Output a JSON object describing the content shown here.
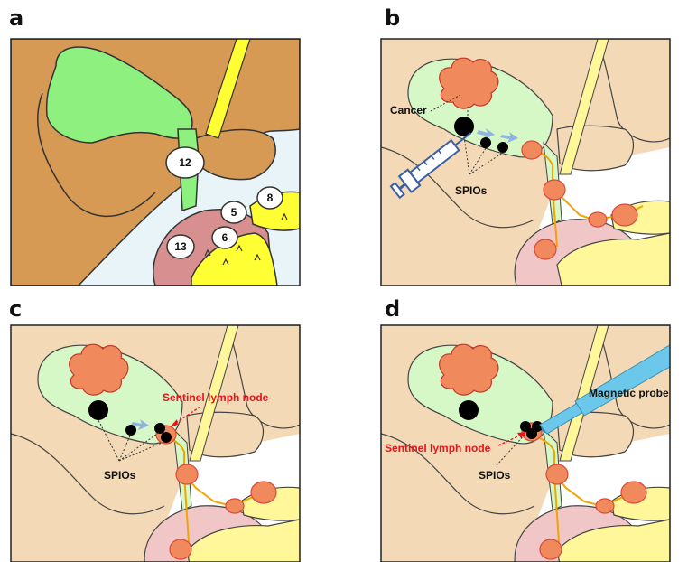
{
  "panels": {
    "a": {
      "letter": "a",
      "stations": [
        "12",
        "5",
        "8",
        "13",
        "6"
      ]
    },
    "b": {
      "letter": "b",
      "cancer_label": "Cancer",
      "spio_label": "SPIOs"
    },
    "c": {
      "letter": "c",
      "sentinel_label": "Sentinel lymph node",
      "spio_label": "SPIOs"
    },
    "d": {
      "letter": "d",
      "probe_label": "Magnetic probe",
      "sentinel_label": "Sentinel lymph node",
      "spio_label": "SPIOs"
    }
  },
  "colors": {
    "liver": "#d69a55",
    "liver_light": "#f3d9b6",
    "gallbladder": "#9cf09c",
    "gallbladder_light": "#d6f7c6",
    "bile_duct": "#ffff33",
    "pancreas": "#ffff33",
    "duodenum": "#d88f8f",
    "duodenum_light": "#f0c6c6",
    "tumor": "#f08a5d",
    "node": "#f08a5d",
    "vessel": "#f2a400",
    "arrow": "#8fb4e0",
    "syringe": "#3a5fa8",
    "probe": "#6bc8ea",
    "sentinel_text": "#e8141a"
  }
}
